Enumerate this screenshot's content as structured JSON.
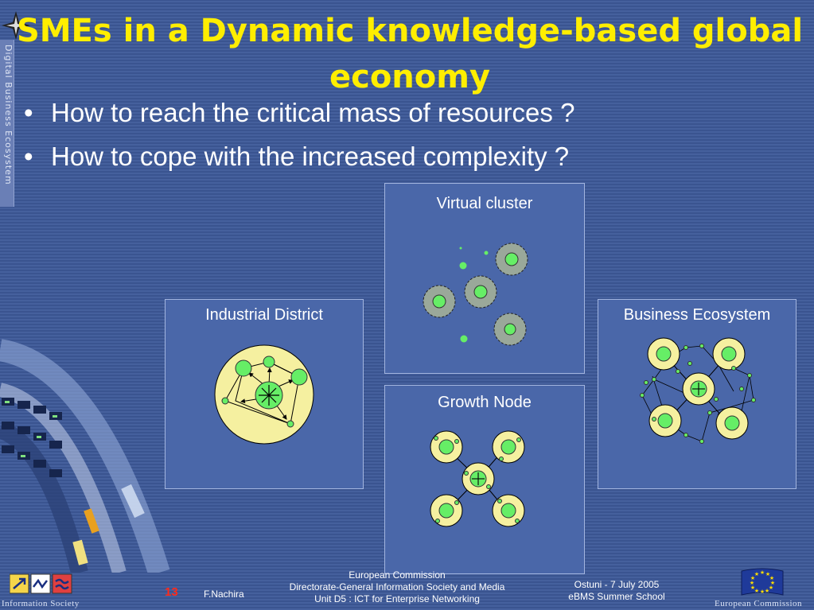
{
  "slide": {
    "title": "SMEs in a Dynamic knowledge-based global economy",
    "side_label": "Digital Business Ecosystem",
    "bullets": [
      "How to reach the critical mass of resources ?",
      "How to cope with the increased complexity ?"
    ]
  },
  "diagram": {
    "boxes": {
      "industrial_district": "Industrial District",
      "virtual_cluster": "Virtual cluster",
      "growth_node": "Growth Node",
      "business_ecosystem": "Business Ecosystem"
    }
  },
  "footer": {
    "page_number": "13",
    "author": "F.Nachira",
    "center": [
      "European Commission",
      "Directorate-General Information Society and Media",
      "Unit D5 : ICT for Enterprise Networking"
    ],
    "right": [
      "Ostuni - 7 July 2005",
      "eBMS Summer School"
    ],
    "left_logo_text": "Information Society",
    "right_logo_text": "European Commission"
  },
  "colors": {
    "title": "#ffee00",
    "node_fill": "#66ee66",
    "circle_fill": "#f5f0a0",
    "page_number": "#ff2a1a"
  }
}
